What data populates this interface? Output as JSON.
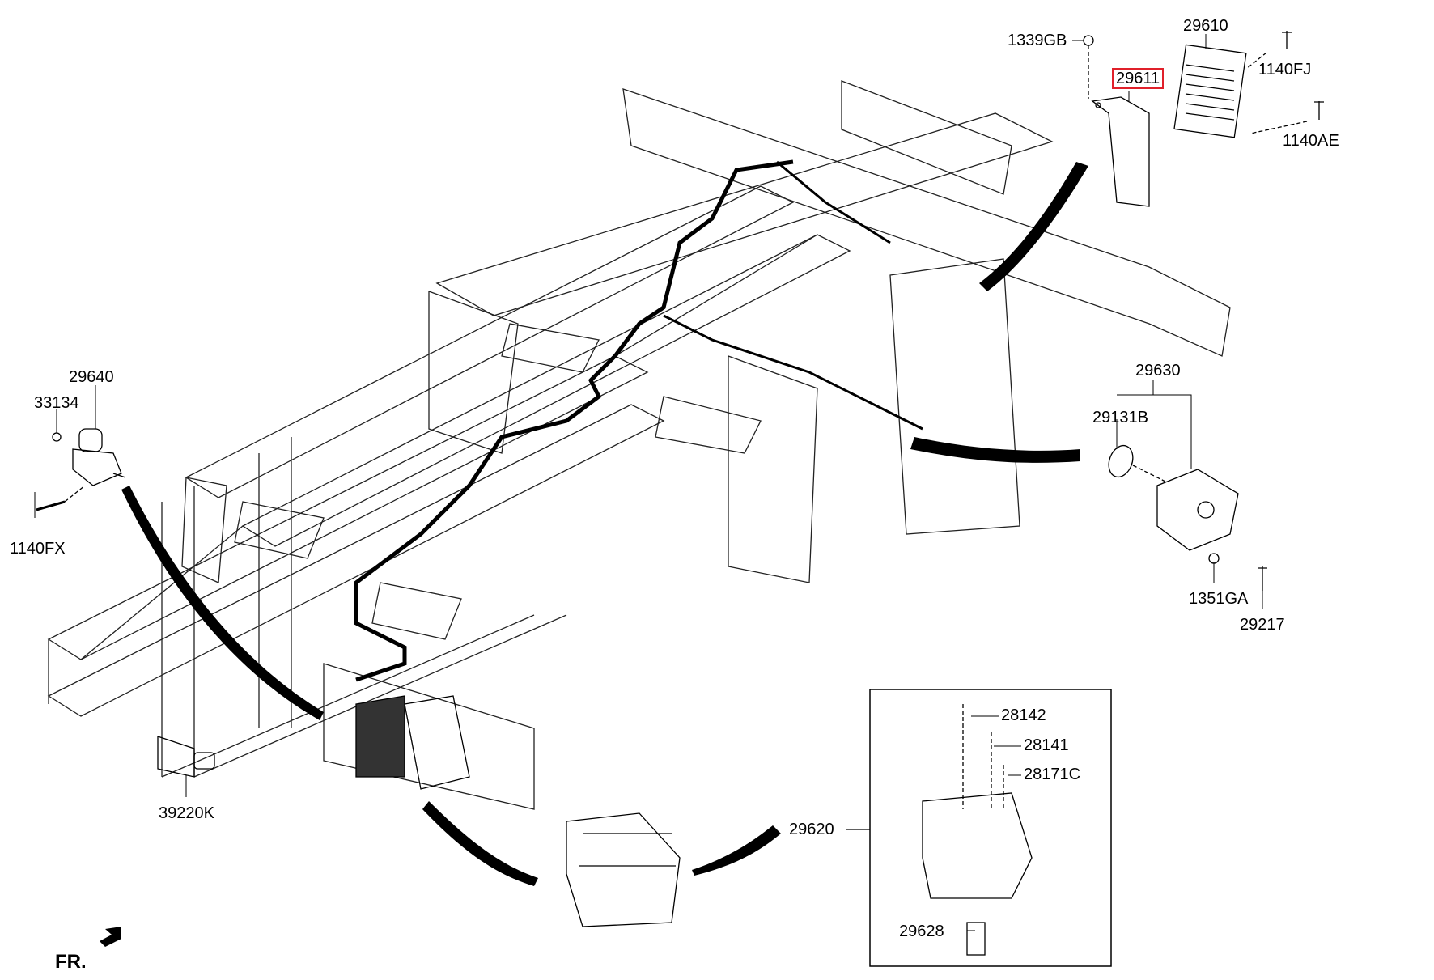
{
  "diagram": {
    "title": "Urea (SCR) system parts diagram",
    "highlight_color": "#e0202a",
    "direction_label": "FR.",
    "parts": [
      {
        "id": "1339GB",
        "label": "1339GB"
      },
      {
        "id": "29610",
        "label": "29610"
      },
      {
        "id": "29611",
        "label": "29611",
        "highlighted": true
      },
      {
        "id": "1140FJ",
        "label": "1140FJ"
      },
      {
        "id": "1140AE",
        "label": "1140AE"
      },
      {
        "id": "29640",
        "label": "29640"
      },
      {
        "id": "33134",
        "label": "33134"
      },
      {
        "id": "1140FX",
        "label": "1140FX"
      },
      {
        "id": "29630",
        "label": "29630"
      },
      {
        "id": "29131B",
        "label": "29131B"
      },
      {
        "id": "1351GA",
        "label": "1351GA"
      },
      {
        "id": "29217",
        "label": "29217"
      },
      {
        "id": "39220K",
        "label": "39220K"
      },
      {
        "id": "29620",
        "label": "29620"
      },
      {
        "id": "28142",
        "label": "28142"
      },
      {
        "id": "28141",
        "label": "28141"
      },
      {
        "id": "28171C",
        "label": "28171C"
      },
      {
        "id": "29628",
        "label": "29628"
      }
    ]
  }
}
